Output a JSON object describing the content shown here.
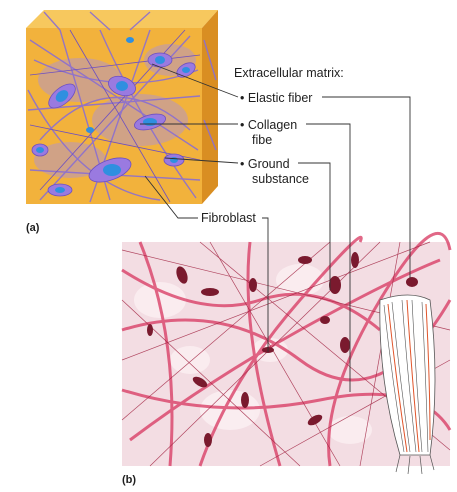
{
  "figure": {
    "panel_a_label": "(a)",
    "panel_b_label": "(b)",
    "matrix_heading": "Extracellular matrix:",
    "labels": {
      "elastic_fiber": "• Elastic fiber",
      "collagen_fiber_line1": "• Collagen",
      "collagen_fiber_line2": "fibe",
      "ground_substance_line1": "• Ground",
      "ground_substance_line2": "substance",
      "fibroblast": "Fibroblast"
    },
    "colors": {
      "cube_front": "#f2b23c",
      "cube_top": "#f7c85e",
      "cube_side": "#d98e22",
      "fiber_purple": "#8b6fd0",
      "cell_blue": "#2f8fe0",
      "micrograph_bg": "#f3dde3",
      "micrograph_fiber": "#d8365f",
      "nucleus": "#7a1a2e",
      "leader": "#333333"
    }
  }
}
